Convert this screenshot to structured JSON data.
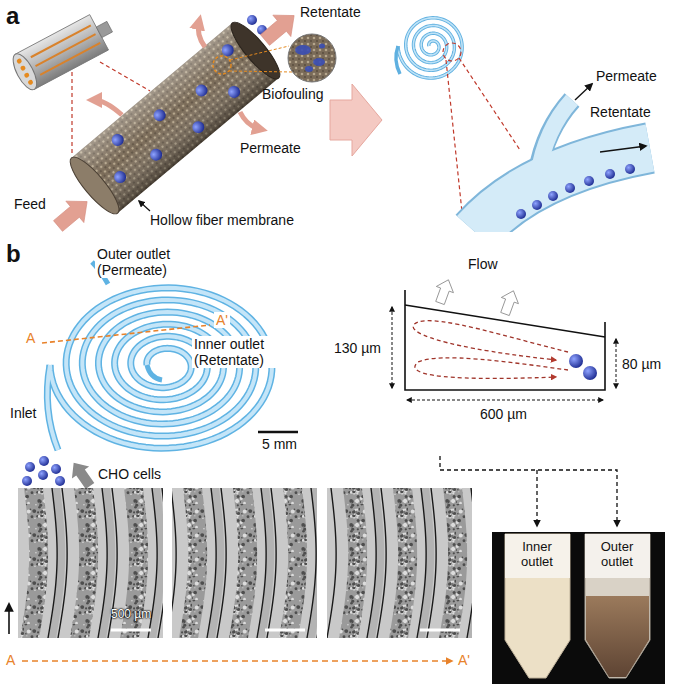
{
  "diagram": {
    "labels": [
      "a",
      "Retentate",
      "Biofouling",
      "Permeate",
      "Feed",
      "Hollow fiber membrane",
      "Permeate",
      "Retentate",
      "b",
      "Outer outlet (Permeate)",
      "A'",
      "A",
      "Inner outlet (Retentate)",
      "Inlet",
      "5 mm",
      "CHO cells",
      "Flow",
      "130 µm",
      "80 µm",
      "600 µm",
      "500 µm",
      "Inner outlet",
      "Outer outlet",
      "A",
      "A'"
    ]
  }
}
